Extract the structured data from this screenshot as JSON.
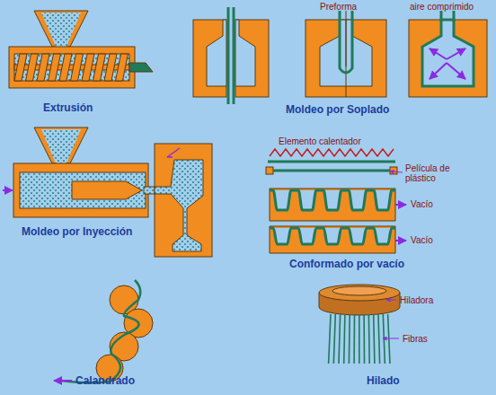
{
  "diagram": {
    "labels": [
      "Preforma",
      "aire comprimido",
      "Extrusión",
      "Moldeo por Soplado",
      "Elemento calentador",
      "Moldeo por Inyección",
      "Película de plástico",
      "Vacío",
      "Vacío",
      "Conformado por vacío",
      "Hiladora",
      "Fibras",
      "Calandrado",
      "Hilado"
    ]
  }
}
